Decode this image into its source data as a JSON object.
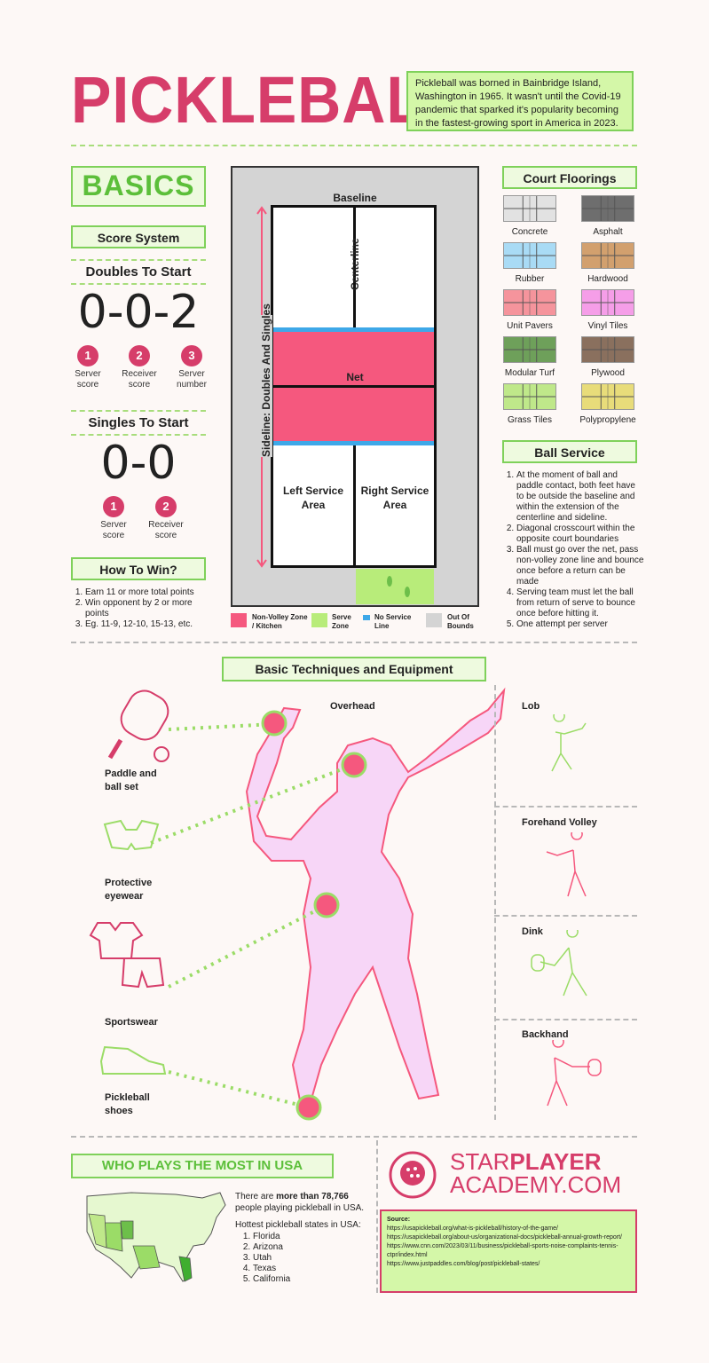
{
  "header": {
    "title": "PICKLEBALL",
    "intro": "Pickleball was borned in Bainbridge Island, Washington in 1965. It wasn't until the Covid-19 pandemic that sparked it's popularity becoming in the fastest-growing sport in America in 2023."
  },
  "basics": {
    "title": "BASICS",
    "score_system": "Score System",
    "doubles": {
      "heading": "Doubles To Start",
      "score": "0-0-2",
      "items": [
        {
          "num": "1",
          "label": "Server score"
        },
        {
          "num": "2",
          "label": "Receiver score"
        },
        {
          "num": "3",
          "label": "Server number"
        }
      ]
    },
    "singles": {
      "heading": "Singles To Start",
      "score": "0-0",
      "items": [
        {
          "num": "1",
          "label": "Server score"
        },
        {
          "num": "2",
          "label": "Receiver score"
        }
      ]
    },
    "how_to_win": {
      "heading": "How To Win?",
      "items": [
        "Earn 11 or more total points",
        "Win opponent by 2 or more points",
        "Eg. 11-9, 12-10, 15-13, etc."
      ]
    }
  },
  "court": {
    "baseline": "Baseline",
    "centerline": "Centerline",
    "sideline": "Sideline: Doubles And Singles",
    "net": "Net",
    "left_service": "Left Service Area",
    "right_service": "Right Service Area",
    "legend": [
      {
        "label": "Non-Volley Zone / Kitchen",
        "color": "#f5587e"
      },
      {
        "label": "Serve Zone",
        "color": "#b8ec7a"
      },
      {
        "label": "No Service Line",
        "color": "#3ea8e8"
      },
      {
        "label": "Out Of Bounds",
        "color": "#d4d4d4"
      }
    ],
    "colors": {
      "kitchen": "#f5587e",
      "surround": "#d4d4d4",
      "serve": "#b8ec7a",
      "noservice": "#3ea8e8"
    }
  },
  "floorings": {
    "heading": "Court Floorings",
    "items": [
      {
        "label": "Concrete",
        "color": "#e2e2e2"
      },
      {
        "label": "Asphalt",
        "color": "#6e6e6e"
      },
      {
        "label": "Rubber",
        "color": "#a9dbf5"
      },
      {
        "label": "Hardwood",
        "color": "#d2a06e"
      },
      {
        "label": "Unit Pavers",
        "color": "#f5949c"
      },
      {
        "label": "Vinyl Tiles",
        "color": "#f59ee8"
      },
      {
        "label": "Modular Turf",
        "color": "#6ea05a"
      },
      {
        "label": "Plywood",
        "color": "#8a705e"
      },
      {
        "label": "Grass Tiles",
        "color": "#bfe88a"
      },
      {
        "label": "Polypropylene",
        "color": "#e8dc7a"
      }
    ]
  },
  "ball_service": {
    "heading": "Ball Service",
    "items": [
      "At the moment of ball and paddle contact, both feet have to be outside the baseline and within the extension of the centerline and sideline.",
      "Diagonal crosscourt within the opposite court boundaries",
      "Ball must go over the net, pass non-volley zone line and bounce once before a return can be made",
      "Serving team must let the ball from return of serve to bounce once before hitting it.",
      "One attempt per server"
    ]
  },
  "techniques": {
    "heading": "Basic Techniques and Equipment",
    "overhead": "Overhead",
    "equipment": [
      "Paddle and ball set",
      "Protective eyewear",
      "Sportswear",
      "Pickleball shoes"
    ],
    "side": [
      "Lob",
      "Forehand Volley",
      "Dink",
      "Backhand"
    ]
  },
  "who_plays": {
    "heading": "WHO PLAYS THE MOST IN USA",
    "players_pre": "There are ",
    "players_bold": "more than 78,766",
    "players_post": " people playing pickleball in USA.",
    "states_heading": "Hottest pickleball states in USA:",
    "states": [
      "Florida",
      "Arizona",
      "Utah",
      "Texas",
      "California"
    ]
  },
  "brand": {
    "line1a": "STAR",
    "line1b": "PLAYER",
    "line2": "ACADEMY.COM"
  },
  "source": {
    "heading": "Source:",
    "links": [
      "https://usapickleball.org/what-is-pickleball/history-of-the-game/",
      "https://usapickleball.org/about-us/organizational-docs/pickleball-annual-growth-report/",
      "https://www.cnn.com/2023/03/11/business/pickleball-sports-noise-complaints-tennis-ctpr/index.html",
      "https://www.justpaddles.com/blog/post/pickleball-states/"
    ]
  }
}
